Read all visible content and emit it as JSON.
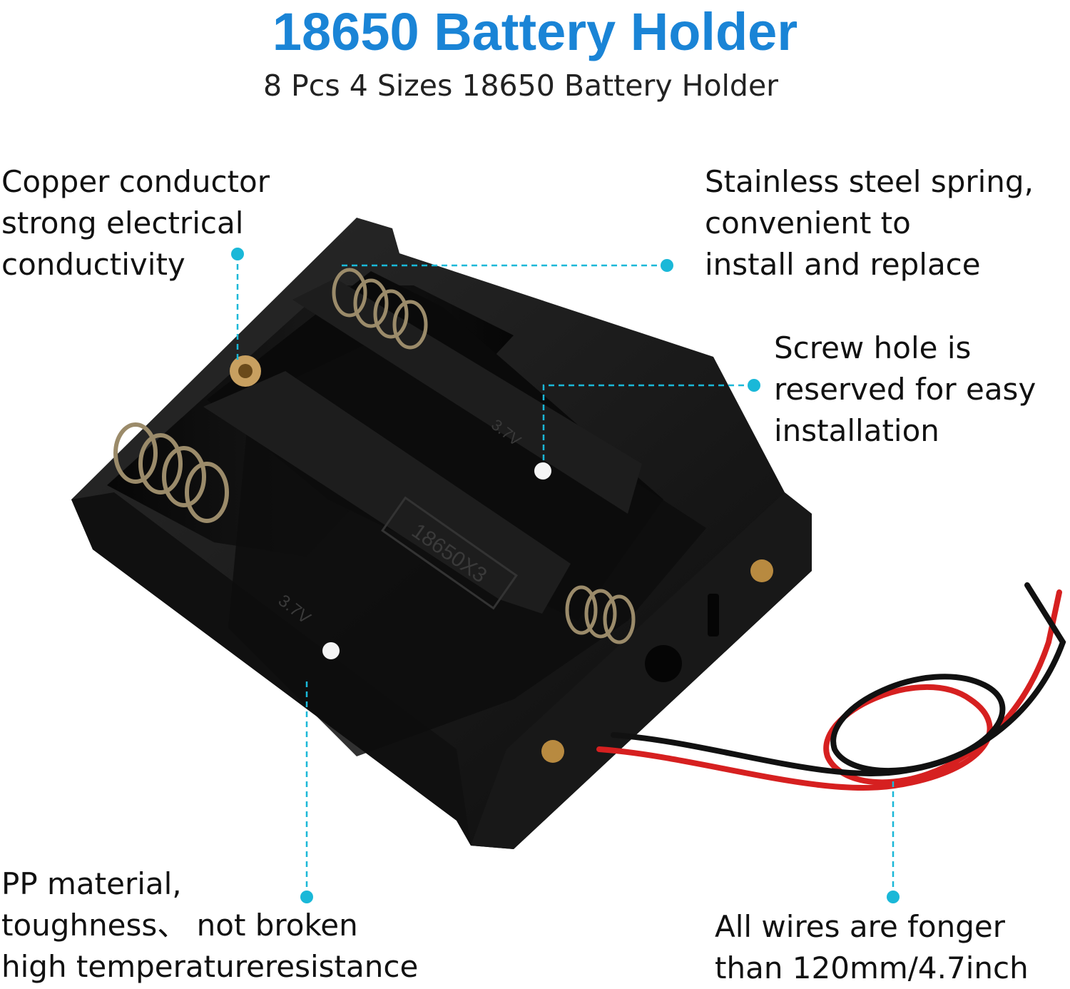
{
  "header": {
    "title": "18650 Battery Holder",
    "subtitle": "8 Pcs 4 Sizes 18650 Battery Holder"
  },
  "callouts": {
    "copper": {
      "lines": [
        "Copper conductor",
        "strong electrical",
        "conductivity"
      ]
    },
    "spring": {
      "lines": [
        "Stainless steel spring,",
        "convenient to",
        "install and replace"
      ]
    },
    "screw": {
      "lines": [
        "Screw hole is",
        "reserved for easy",
        "installation"
      ]
    },
    "pp": {
      "lines": [
        "PP material,",
        "toughness、 not broken",
        "high temperatureresistance"
      ]
    },
    "wires": {
      "lines": [
        "All wires are fonger",
        "than 120mm/4.7inch"
      ]
    }
  },
  "photo": {
    "labels": {
      "volt_a": "3.7V",
      "volt_b": "3.7V",
      "model": "18650X3"
    }
  },
  "colors": {
    "title": "#1a84d6",
    "accent_dot": "#1ab8d8",
    "holder_body": "#141414",
    "wire_red": "#d62020",
    "wire_black": "#111111"
  }
}
